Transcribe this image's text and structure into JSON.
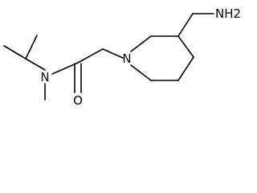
{
  "molecule": {
    "atoms": [
      {
        "id": "a_ch3_iso_left",
        "label": ""
      },
      {
        "id": "a_ch_iso",
        "label": ""
      },
      {
        "id": "a_ch3_iso_top",
        "label": ""
      },
      {
        "id": "a_n_amide",
        "label": "N"
      },
      {
        "id": "a_ch3_nme",
        "label": ""
      },
      {
        "id": "a_c_carbonyl",
        "label": ""
      },
      {
        "id": "a_o",
        "label": "O"
      },
      {
        "id": "a_ch2_link",
        "label": ""
      },
      {
        "id": "a_n_ring",
        "label": "N"
      },
      {
        "id": "a_c2",
        "label": ""
      },
      {
        "id": "a_c3",
        "label": ""
      },
      {
        "id": "a_c4",
        "label": ""
      },
      {
        "id": "a_c5",
        "label": ""
      },
      {
        "id": "a_c6",
        "label": ""
      },
      {
        "id": "a_ch2_am",
        "label": ""
      },
      {
        "id": "a_nh2",
        "label": "NH2"
      }
    ]
  }
}
